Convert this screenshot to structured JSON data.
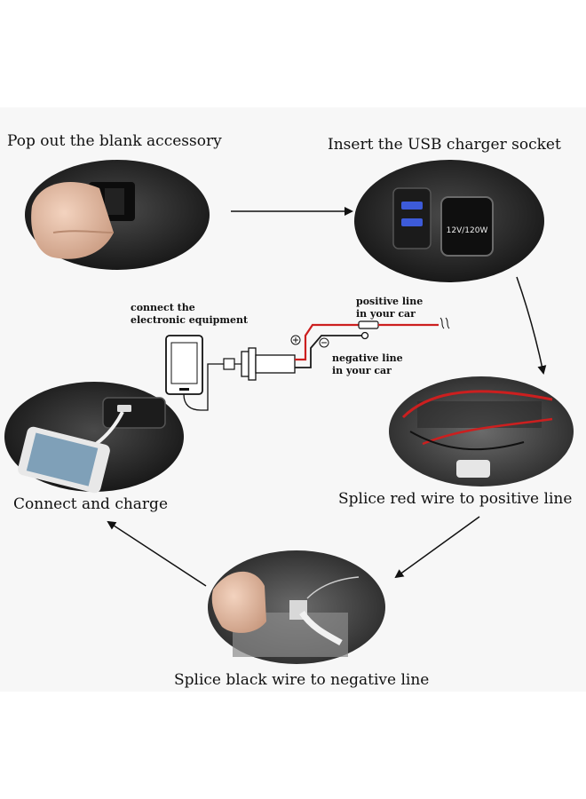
{
  "steps": [
    {
      "label": "Pop out the blank accessory"
    },
    {
      "label": "Insert the USB charger socket"
    },
    {
      "label": "Splice red wire to positive line"
    },
    {
      "label": "Splice black wire to negative line"
    },
    {
      "label": "Connect and charge"
    }
  ],
  "wiring": {
    "device_label_1": "connect the",
    "device_label_2": "electronic equipment",
    "positive_label_1": "positive line",
    "positive_label_2": "in your car",
    "negative_label_1": "negative line",
    "negative_label_2": "in your car",
    "socket_rating": "12V/120W"
  },
  "colors": {
    "wire_red": "#cc1f1f",
    "wire_black": "#1a1a1a",
    "usb_blue": "#3d5bd9",
    "panel_bg": "#f7f7f7"
  }
}
